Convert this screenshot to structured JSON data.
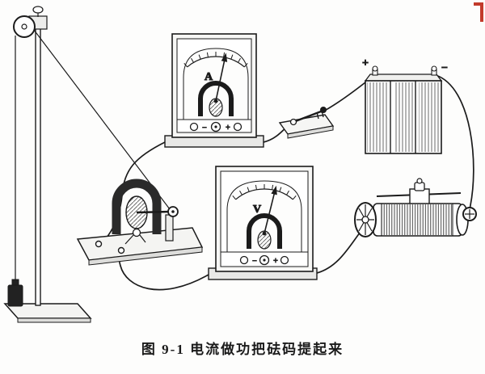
{
  "figure": {
    "caption": "图 9-1  电流做功把砝码提起来",
    "accent_red": "#c23a2b"
  },
  "ammeter": {
    "label": "A",
    "terminal_minus": "−",
    "terminal_plus": "+"
  },
  "voltmeter": {
    "label": "V",
    "terminal_minus": "−",
    "terminal_plus": "+"
  },
  "battery": {
    "positive_label": "+",
    "negative_label": "−"
  }
}
